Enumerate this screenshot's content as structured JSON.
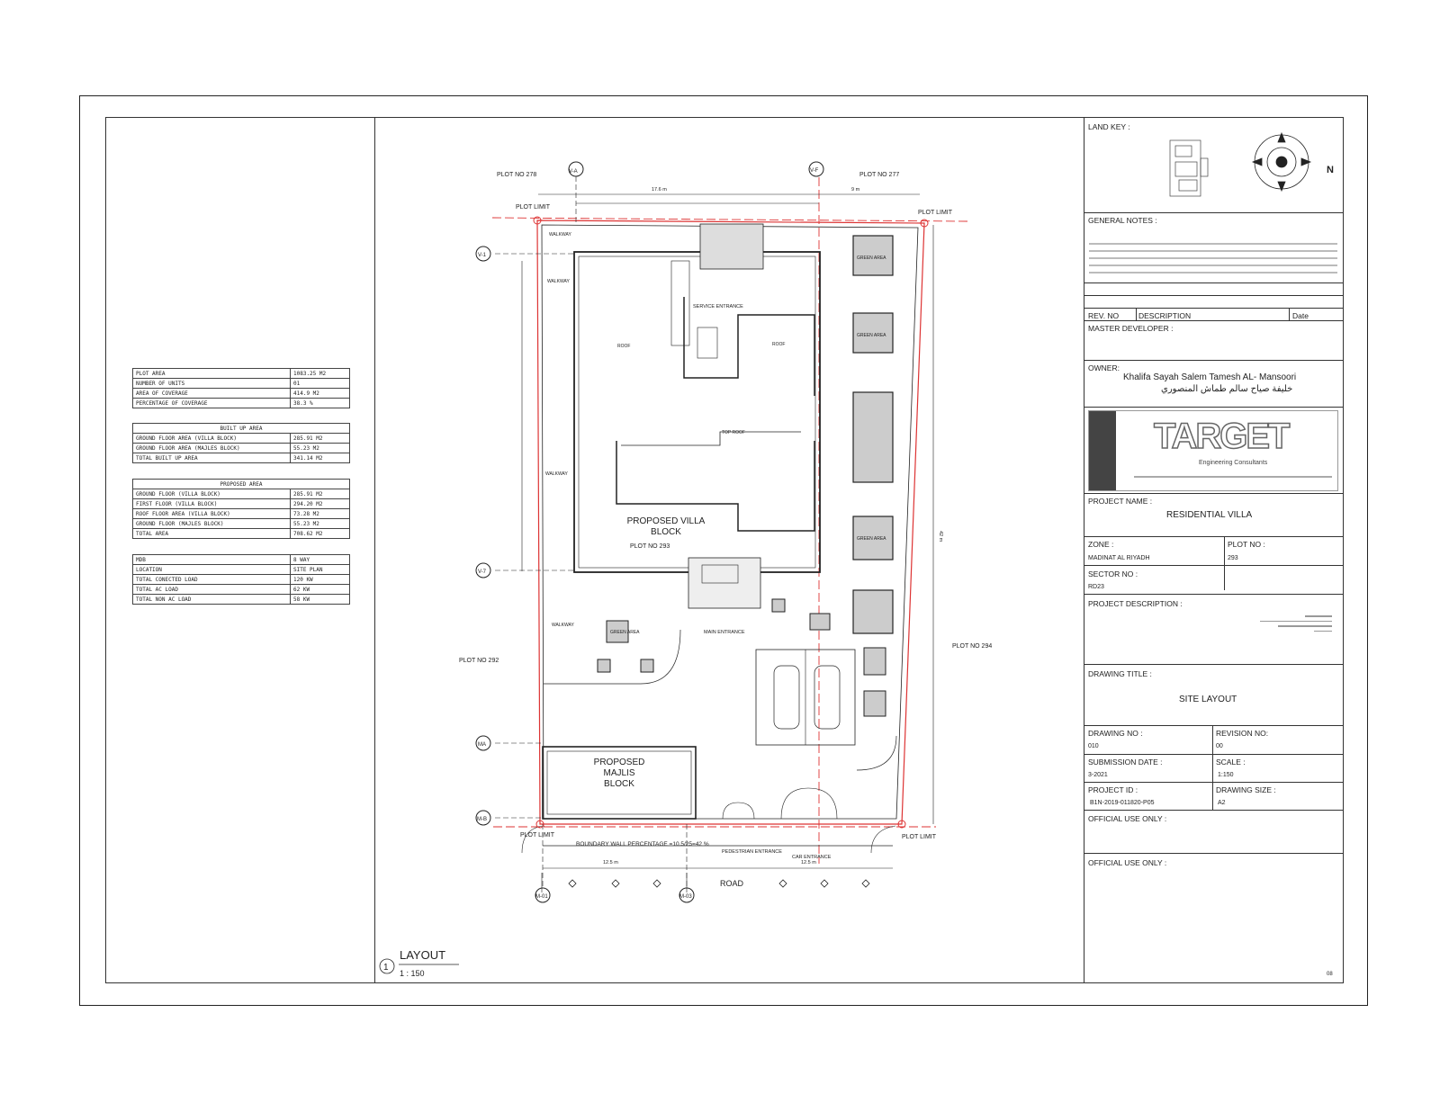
{
  "schedule": {
    "summary": [
      {
        "label": "PLOT AREA",
        "value": "1083.25 M2"
      },
      {
        "label": "NUMBER OF UNITS",
        "value": "01"
      },
      {
        "label": "AREA OF COVERAGE",
        "value": "414.9 M2"
      },
      {
        "label": "PERCENTAGE OF COVERAGE",
        "value": "38.3 %"
      }
    ],
    "built_up_header": "BUILT UP AREA",
    "built_up": [
      {
        "label": "GROUND FLOOR AREA (VILLA BLOCK)",
        "value": "285.91 M2"
      },
      {
        "label": "GROUND FLOOR AREA (MAJLES BLOCK)",
        "value": "55.23 M2"
      },
      {
        "label": "TOTAL BUILT UP AREA",
        "value": "341.14 M2"
      }
    ],
    "proposed_header": "PROPOSED AREA",
    "proposed": [
      {
        "label": "GROUND FLOOR (VILLA BLOCK)",
        "value": "285.91 M2"
      },
      {
        "label": "FIRST FLOOR (VILLA BLOCK)",
        "value": "294.20 M2"
      },
      {
        "label": "ROOF FLOOR AREA (VILLA BLOCK)",
        "value": "73.28 M2"
      },
      {
        "label": "GROUND FLOOR (MAJLES BLOCK)",
        "value": "55.23 M2"
      },
      {
        "label": "TOTAL AREA",
        "value": "708.62 M2"
      }
    ],
    "load": [
      {
        "label": "MDB",
        "value": "8 WAY"
      },
      {
        "label": "LOCATION",
        "value": "SITE PLAN"
      },
      {
        "label": "TOTAL CONECTED LOAD",
        "value": "120 KW"
      },
      {
        "label": "TOTAL AC LOAD",
        "value": "62 KW"
      },
      {
        "label": "TOTAL NON AC LOAD",
        "value": "58 KW"
      }
    ]
  },
  "plan": {
    "plot_no_278": "PLOT NO 278",
    "plot_no_277": "PLOT NO 277",
    "plot_no_292": "PLOT NO 292",
    "plot_no_294": "PLOT NO 294",
    "plot_no_293": "PLOT NO 293",
    "plot_limit": "PLOT LIMIT",
    "grid_va": "V-A",
    "grid_vf": "V-F",
    "grid_v1": "V-1",
    "grid_v7": "V-7",
    "grid_ma": "MA",
    "grid_mb": "M-B",
    "grid_m01": "M-01",
    "grid_m03": "M-03",
    "villa_label": "PROPOSED VILLA BLOCK",
    "majlis_label": "PROPOSED MAJLIS BLOCK",
    "road": "ROAD",
    "boundary_wall": "BOUNDARY WALL PERCENTAGE =10.5/25=42 %",
    "main_entrance": "MAIN ENTRANCE",
    "pedestrian_entrance": "PEDESTRIAN ENTRANCE",
    "car_entrance": "CAR ENTRANCE",
    "service_entrance": "SERVICE ENTRANCE",
    "green_area": "GREEN AREA",
    "walkway": "WALKWAY",
    "roof": "ROOF",
    "top_roof": "TOP ROOF",
    "dim_176": "17.6 m",
    "dim_9": "9 m",
    "dim_125a": "12.5 m",
    "dim_125b": "12.5 m",
    "dim_42": "42 m",
    "layout_no": "1",
    "layout_title": "LAYOUT",
    "layout_scale": "1 : 150"
  },
  "title_block": {
    "land_key": "LAND KEY :",
    "general_notes": "GENERAL NOTES :",
    "rev_no": "REV. NO",
    "description": "DESCRIPTION",
    "date": "Date",
    "master_developer": "MASTER DEVELOPER :",
    "owner_label": "OWNER:",
    "owner_en": "Khalifa Sayah Salem Tamesh AL- Mansoori",
    "owner_ar": "خليفة صياح سالم طماش المنصوري",
    "logo_text": "TARGET",
    "logo_sub": "Engineering Consultants",
    "project_name_label": "PROJECT NAME :",
    "project_name": "RESIDENTIAL VILLA",
    "zone_label": "ZONE :",
    "zone": "MADINAT AL RIYADH",
    "plot_no_label": "PLOT NO :",
    "plot_no": "293",
    "sector_label": "SECTOR NO :",
    "sector": "RD23",
    "project_desc_label": "PROJECT DESCRIPTION :",
    "drawing_title_label": "DRAWING TITLE :",
    "drawing_title": "SITE LAYOUT",
    "drawing_no_label": "DRAWING NO :",
    "drawing_no": "010",
    "revision_label": "REVISION NO:",
    "revision": "00",
    "submission_label": "SUBMISSION DATE :",
    "submission": "3-2021",
    "scale_label": "SCALE :",
    "scale": "1:150",
    "project_id_label": "PROJECT ID :",
    "project_id": "B1N-2019-011820-P05",
    "drawing_size_label": "DRAWING SIZE :",
    "drawing_size": "A2",
    "official_use_1": "OFFICIAL USE ONLY :",
    "official_use_2": "OFFICIAL USE ONLY :",
    "sheet_no": "08"
  }
}
